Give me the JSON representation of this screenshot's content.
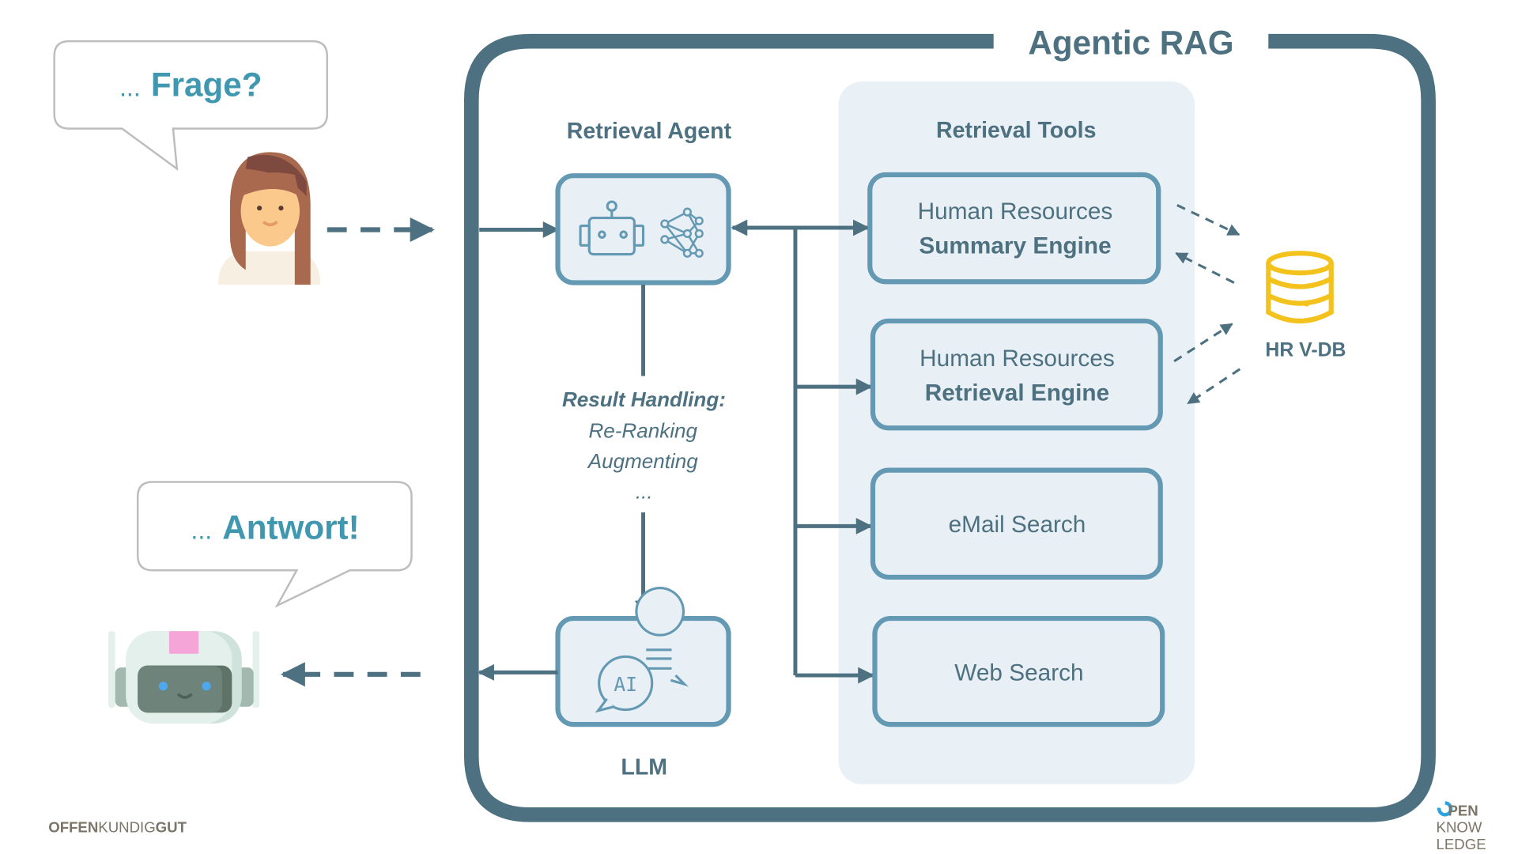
{
  "title": "Agentic RAG",
  "user_bubble": {
    "prefix": "...",
    "text": "Frage?"
  },
  "answer_bubble": {
    "prefix": "...",
    "text": "Antwort!"
  },
  "retrieval_agent": {
    "heading": "Retrieval Agent",
    "icons": [
      "robot-icon",
      "neural-network-icon"
    ]
  },
  "result_handling": {
    "title": "Result Handling:",
    "items": [
      "Re-Ranking",
      "Augmenting",
      "..."
    ]
  },
  "llm": {
    "label": "LLM",
    "icon": "ai-chat-icon",
    "icon_text": "AI"
  },
  "retrieval_tools": {
    "heading": "Retrieval Tools",
    "tools": [
      {
        "line1": "Human Resources",
        "line2": "Summary Engine"
      },
      {
        "line1": "Human Resources",
        "line2": "Retrieval Engine"
      },
      {
        "line1": "eMail Search",
        "line2": ""
      },
      {
        "line1": "Web Search",
        "line2": ""
      }
    ]
  },
  "database": {
    "label": "HR V-DB",
    "icon": "database-icon"
  },
  "footer": {
    "left_logo": {
      "part1": "OFFEN",
      "part2": "KUNDIG",
      "part3": "GUT"
    },
    "right_logo": {
      "line1": "PEN",
      "line2": "KNOW",
      "line3": "LEDGE"
    }
  },
  "colors": {
    "frame": "#4d7180",
    "box_border": "#6499b4",
    "box_fill": "#e9f0f5",
    "panel_fill": "#eaf1f6",
    "accent_text": "#3f97b0",
    "db_yellow": "#f4c21c"
  }
}
